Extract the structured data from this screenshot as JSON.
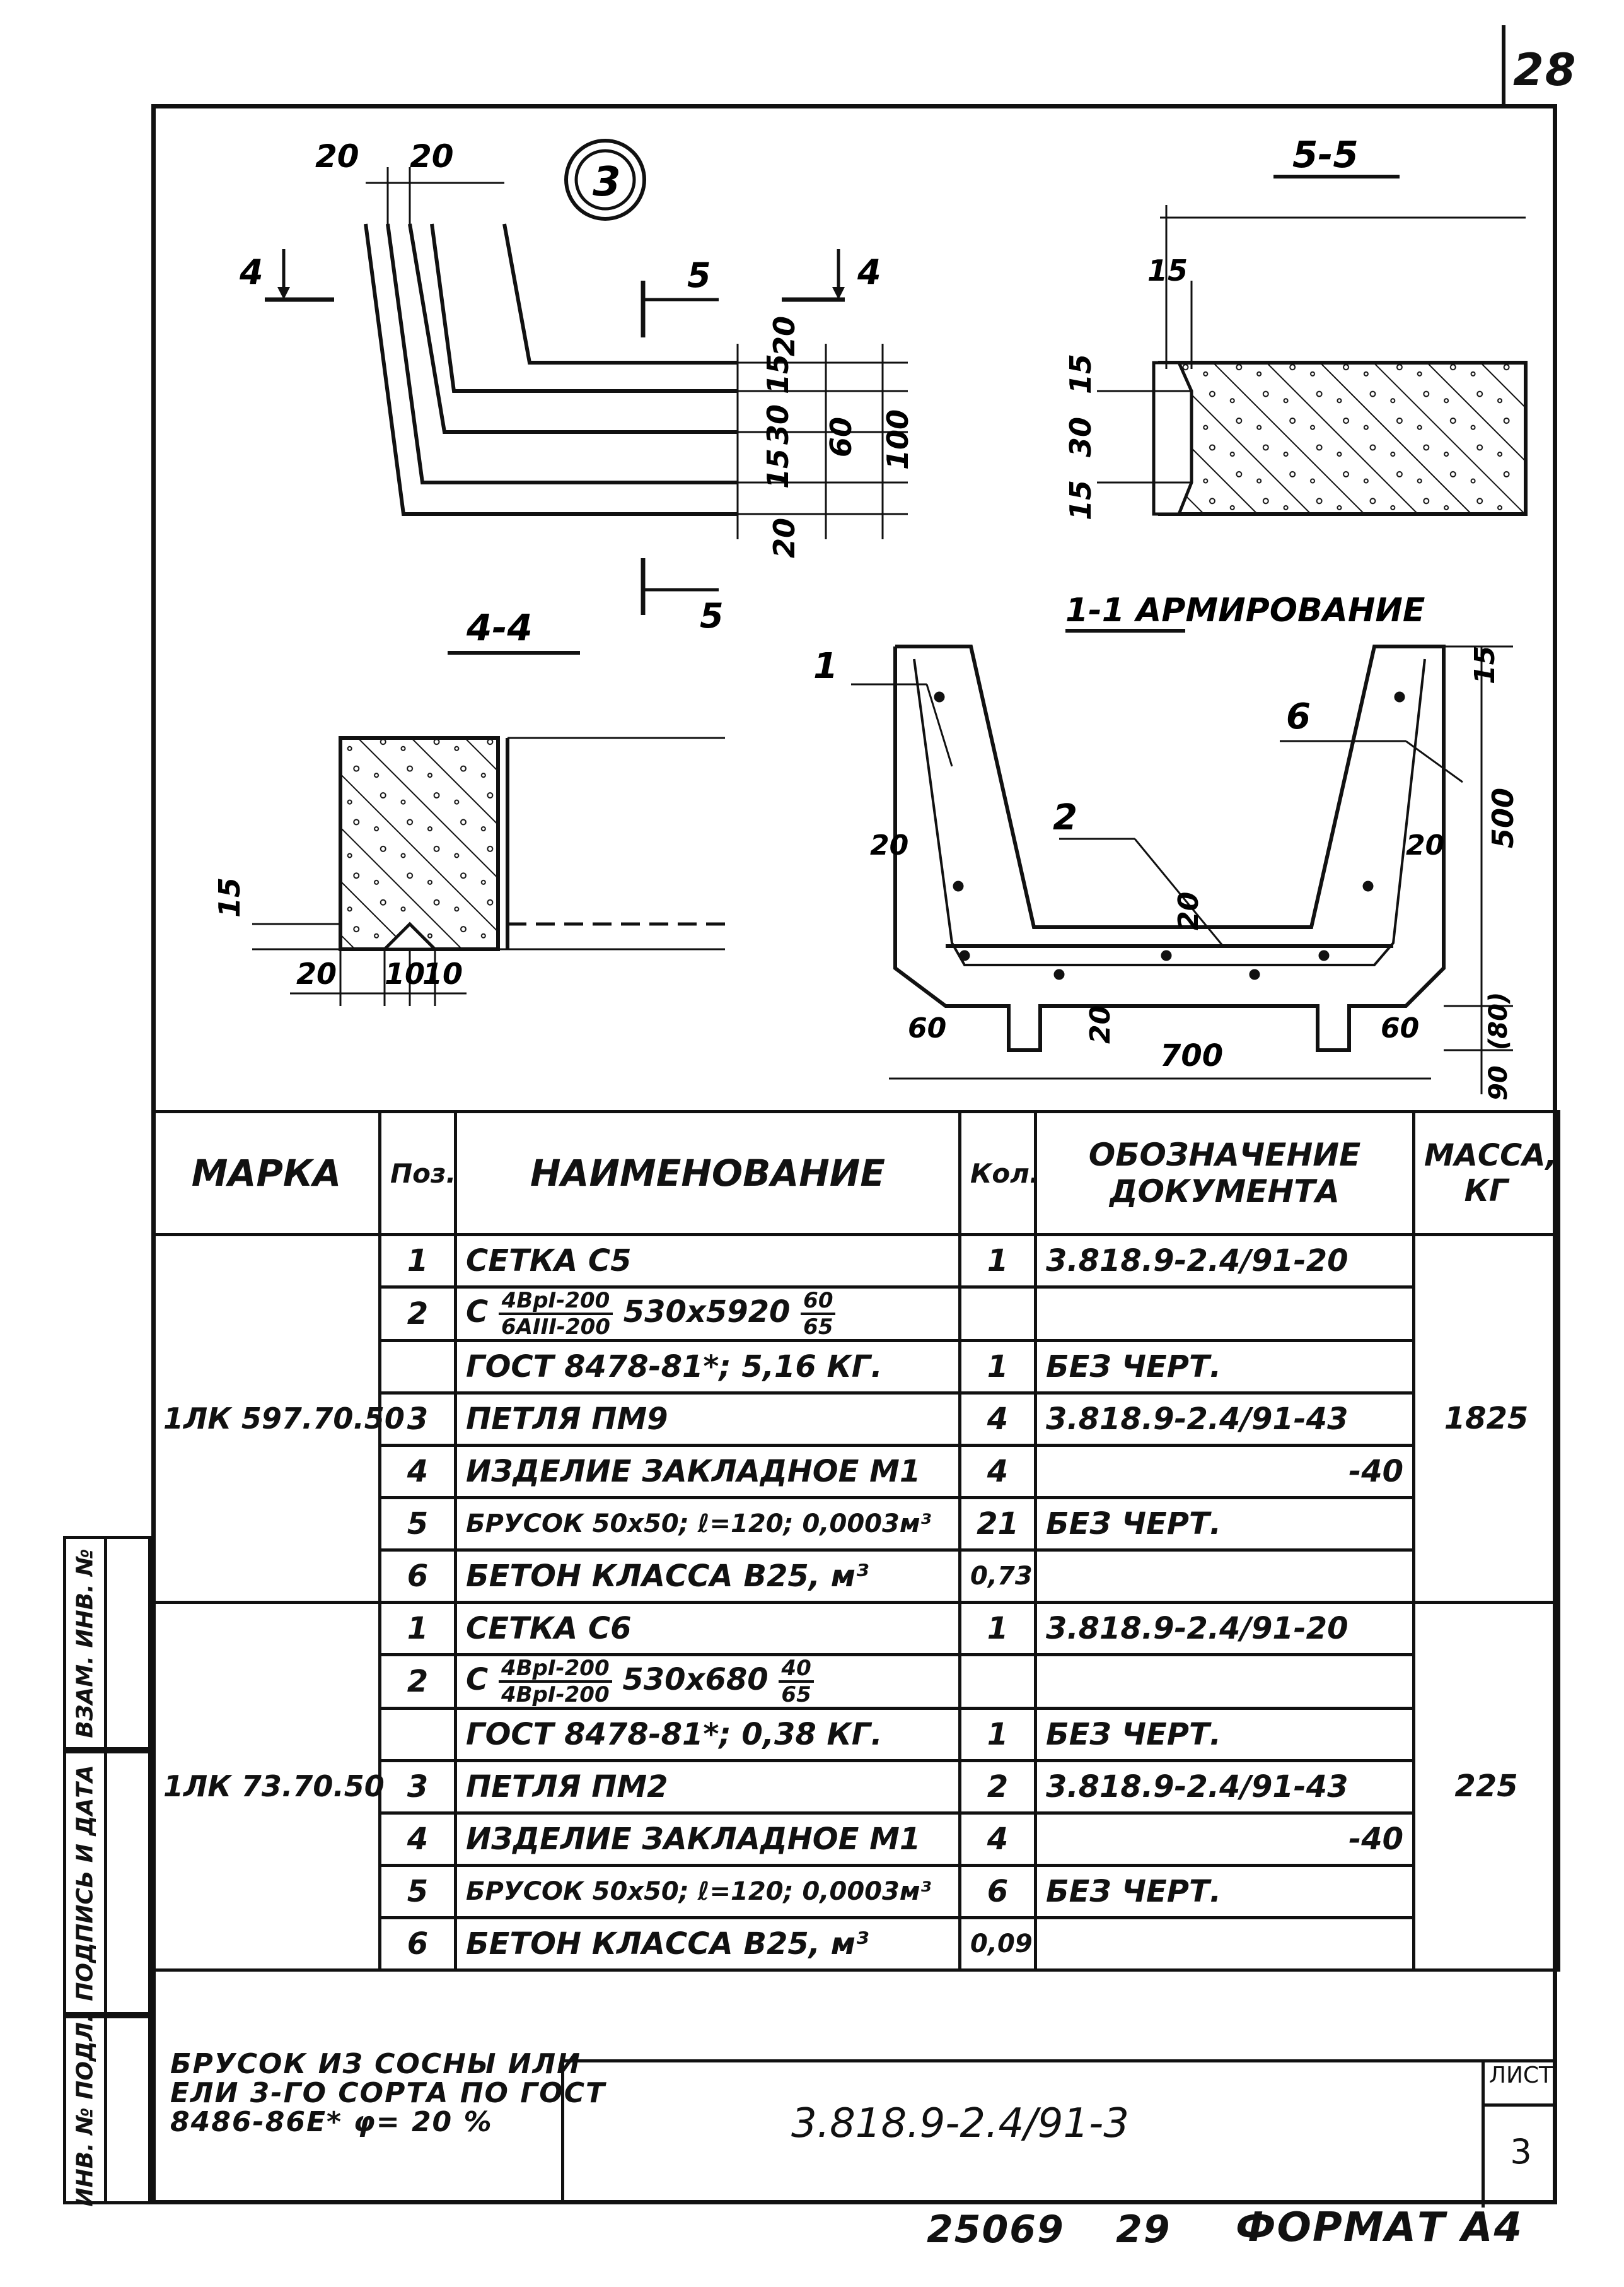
{
  "sheet_number": "28",
  "drawing": {
    "detail_number": "3",
    "labels": {
      "section_5_5": "5-5",
      "section_4_4": "4-4",
      "section_1_1": "1-1 АРМИРОВАНИЕ",
      "cut_4_left": "4",
      "cut_4_right": "4",
      "cut_5_top": "5",
      "cut_5_bottom": "5"
    },
    "dimensions": {
      "top_20a": "20",
      "top_20b": "20",
      "d20_top": "20",
      "d15a": "15",
      "d30": "30",
      "d15b": "15",
      "d20_bottom": "20",
      "d60": "60",
      "d100": "100",
      "s55_15_top": "15",
      "s55_15a": "15",
      "s55_30": "30",
      "s55_15b": "15",
      "s44_15": "15",
      "s44_20": "20",
      "s44_10a": "10",
      "s44_10b": "10",
      "s11_15": "15",
      "s11_500": "500",
      "s11_20_left": "20",
      "s11_20_right": "20",
      "s11_20_mid": "20",
      "s11_20_low": "20",
      "s11_60_left": "60",
      "s11_60_right": "60",
      "s11_700": "700",
      "s11_80": "(80)",
      "s11_90": "90",
      "pos_1": "1",
      "pos_2": "2",
      "pos_6": "6"
    }
  },
  "table": {
    "headers": {
      "mark": "МАРКА",
      "pos": "Поз.",
      "name": "НАИМЕНОВАНИЕ",
      "qty": "Кол.",
      "doc": "ОБОЗНАЧЕНИЕ ДОКУМЕНТА",
      "mass": "МАССА, КГ"
    },
    "groups": [
      {
        "mark": "1ЛК 597.70.50",
        "mass": "1825",
        "rows": [
          {
            "pos": "1",
            "name": "СЕТКА С5",
            "qty": "1",
            "doc": "3.818.9-2.4/91-20"
          },
          {
            "pos": "2",
            "name_prefix": "С",
            "frac1_num": "4ВрI-200",
            "frac1_den": "6АIII-200",
            "name_mid": "530х5920",
            "frac2_num": "60",
            "frac2_den": "65",
            "qty": "",
            "doc": ""
          },
          {
            "pos": "",
            "name": "ГОСТ 8478-81*; 5,16 КГ.",
            "qty": "1",
            "doc": "БЕЗ ЧЕРТ."
          },
          {
            "pos": "3",
            "name": "ПЕТЛЯ ПМ9",
            "qty": "4",
            "doc": "3.818.9-2.4/91-43"
          },
          {
            "pos": "4",
            "name": "ИЗДЕЛИЕ ЗАКЛАДНОЕ М1",
            "qty": "4",
            "doc": "-40"
          },
          {
            "pos": "5",
            "name": "БРУСОК 50х50; ℓ=120; 0,0003м³",
            "qty": "21",
            "doc": "БЕЗ ЧЕРТ."
          },
          {
            "pos": "6",
            "name": "БЕТОН КЛАССА В25, м³",
            "qty": "0,73",
            "doc": ""
          }
        ]
      },
      {
        "mark": "1ЛК 73.70.50",
        "mass": "225",
        "rows": [
          {
            "pos": "1",
            "name": "СЕТКА С6",
            "qty": "1",
            "doc": "3.818.9-2.4/91-20"
          },
          {
            "pos": "2",
            "name_prefix": "С",
            "frac1_num": "4ВрI-200",
            "frac1_den": "4ВрI-200",
            "name_mid": "530х680",
            "frac2_num": "40",
            "frac2_den": "65",
            "qty": "",
            "doc": ""
          },
          {
            "pos": "",
            "name": "ГОСТ 8478-81*; 0,38 КГ.",
            "qty": "1",
            "doc": "БЕЗ ЧЕРТ."
          },
          {
            "pos": "3",
            "name": "ПЕТЛЯ ПМ2",
            "qty": "2",
            "doc": "3.818.9-2.4/91-43"
          },
          {
            "pos": "4",
            "name": "ИЗДЕЛИЕ ЗАКЛАДНОЕ М1",
            "qty": "4",
            "doc": "-40"
          },
          {
            "pos": "5",
            "name": "БРУСОК 50х50; ℓ=120; 0,0003м³",
            "qty": "6",
            "doc": "БЕЗ ЧЕРТ."
          },
          {
            "pos": "6",
            "name": "БЕТОН КЛАССА В25, м³",
            "qty": "0,09",
            "doc": ""
          }
        ]
      }
    ]
  },
  "side_stamp": {
    "inv_orig": "ИНВ. № ПОДЛ.",
    "signature_date": "ПОДПИСЬ И ДАТА",
    "replace_inv": "ВЗАМ. ИНВ. №"
  },
  "title_block": {
    "note_line1": "БРУСОК ИЗ СОСНЫ ИЛИ",
    "note_line2": "ЕЛИ 3-ГО СОРТА ПО ГОСТ",
    "note_line3": "8486-86Е* φ= 20 %",
    "doc_code": "3.818.9-2.4/91-3",
    "sheet_label": "ЛИСТ",
    "sheet_value": "3"
  },
  "footer": {
    "number_1": "25069",
    "number_2": "29",
    "format": "ФОРМАТ А4"
  }
}
